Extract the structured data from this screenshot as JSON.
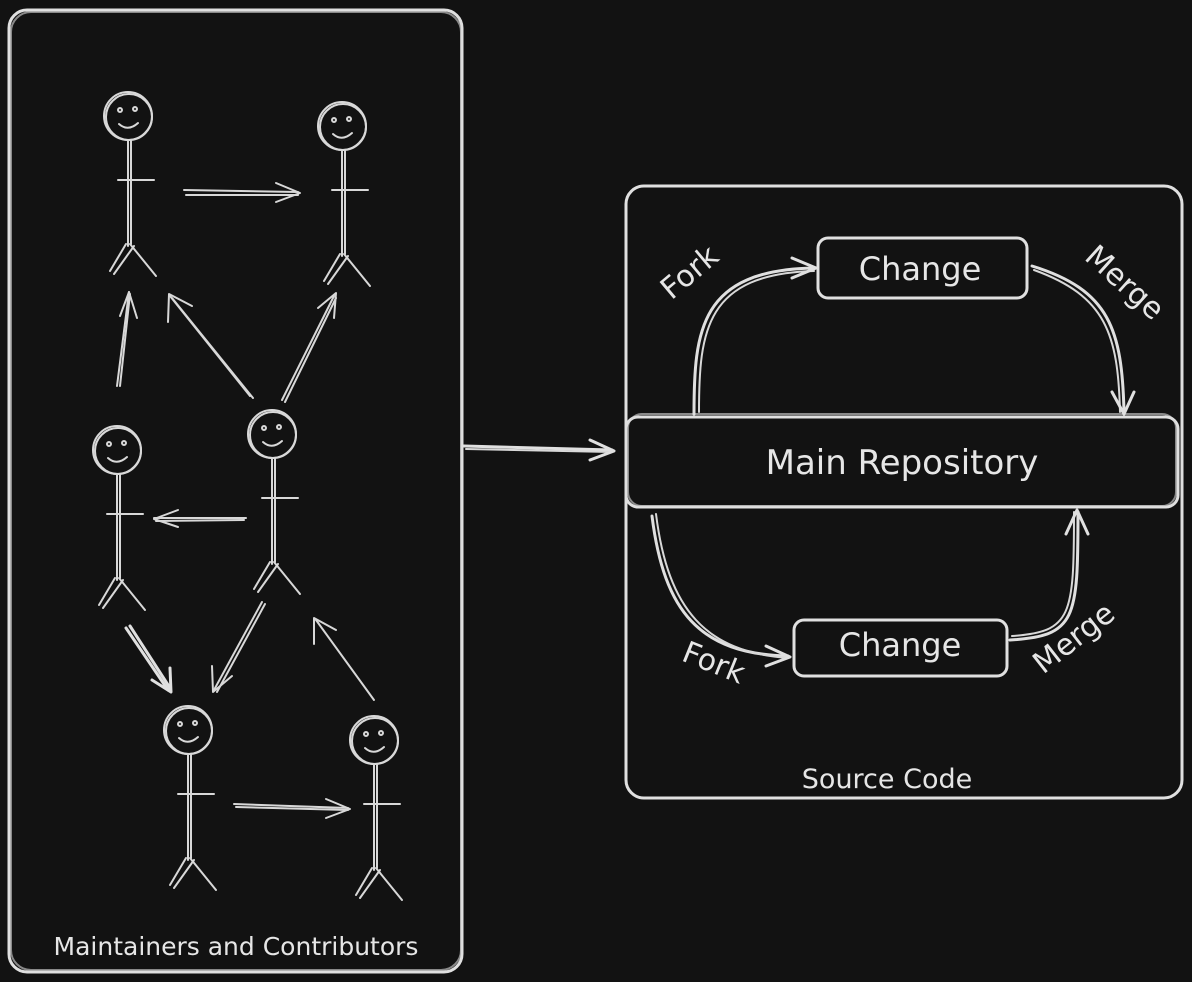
{
  "colors": {
    "background": "#121212",
    "stroke": "#e0e0e0"
  },
  "left_panel": {
    "label": "Maintainers and Contributors"
  },
  "right_panel": {
    "label": "Source Code"
  },
  "nodes": {
    "main_repository": "Main Repository",
    "change_top": "Change",
    "change_bottom": "Change"
  },
  "edges": {
    "fork_top": "Fork",
    "merge_top": "Merge",
    "fork_bottom": "Fork",
    "merge_bottom": "Merge"
  }
}
